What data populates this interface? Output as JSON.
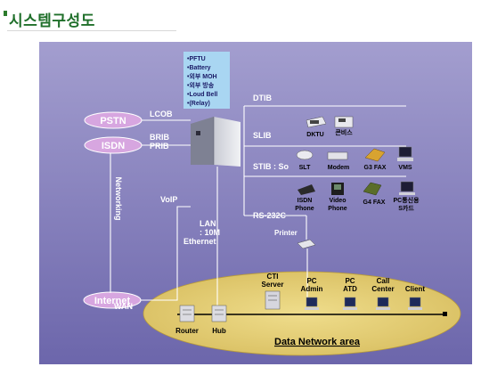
{
  "page": {
    "title": "시스템구성도"
  },
  "diagram": {
    "features": [
      "•PFTU",
      "•Battery",
      "•외부 MOH",
      "•외부 방송",
      "•Loud Bell",
      "•(Relay)"
    ],
    "networks": {
      "pstn": "PSTN",
      "isdn": "ISDN",
      "internet": "Internet"
    },
    "links": {
      "lcob": "LCOB",
      "brib": "BRIB",
      "prib": "PRIB",
      "voip": "VoIP",
      "networking": "Networking",
      "wan": "WAN",
      "lan_1": "LAN",
      "lan_2": ": 10M",
      "lan_3": "Ethernet",
      "dtib": "DTIB",
      "slib": "SLIB",
      "stib": "STIB : So",
      "rs232c": "RS-232C"
    },
    "devices": {
      "dktu": "DKTU",
      "console": "콘비스",
      "slt": "SLT",
      "modem": "Modem",
      "g3fax": "G3 FAX",
      "vms": "VMS",
      "isdn_phone_1": "ISDN",
      "isdn_phone_2": "Phone",
      "video_phone_1": "Video",
      "video_phone_2": "Phone",
      "g4fax": "G4 FAX",
      "pc_card_1": "PC통신용",
      "pc_card_2": "S카드",
      "printer": "Printer",
      "cti_1": "CTI",
      "cti_2": "Server",
      "pcadmin_1": "PC",
      "pcadmin_2": "Admin",
      "pcatd_1": "PC",
      "pcatd_2": "ATD",
      "callcenter_1": "Call",
      "callcenter_2": "Center",
      "client": "Client",
      "router": "Router",
      "hub": "Hub"
    },
    "area_label": "Data Network area",
    "colors": {
      "bg_top": "#9a95c7",
      "bg_bottom": "#6f6aae",
      "ellipse": "#e3cd74",
      "cloud": "#d7a6e0",
      "feature_box": "#a9d6f2"
    }
  }
}
